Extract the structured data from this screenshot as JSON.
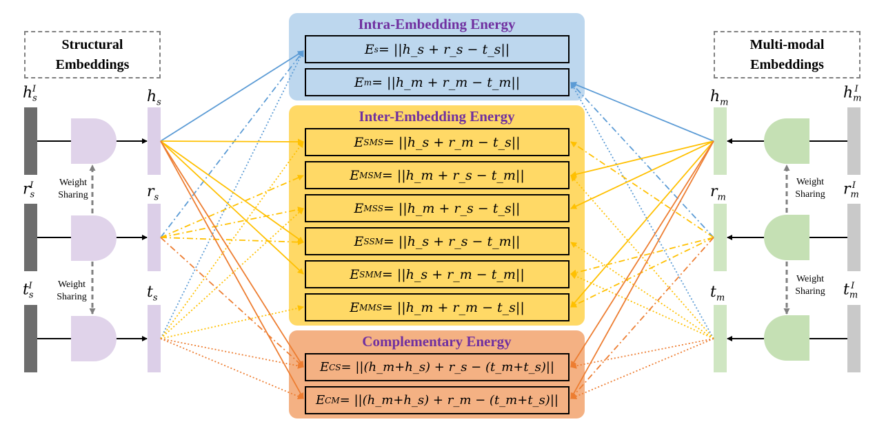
{
  "panels": {
    "intra": {
      "title": "Intra-Embedding Energy"
    },
    "inter": {
      "title": "Inter-Embedding Energy"
    },
    "complementary": {
      "title": "Complementary Energy"
    }
  },
  "equations": [
    {
      "lhs": "E",
      "sub": "s",
      "rhs": " = ||h_s + r_s − t_s||"
    },
    {
      "lhs": "E",
      "sub": "m",
      "rhs": " = ||h_m + r_m − t_m||"
    },
    {
      "lhs": "E",
      "sub": "SMS",
      "rhs": " = ||h_s + r_m − t_s||"
    },
    {
      "lhs": "E",
      "sub": "MSM",
      "rhs": " = ||h_m + r_s − t_m||"
    },
    {
      "lhs": "E",
      "sub": "MSS",
      "rhs": " = ||h_m + r_s − t_s||"
    },
    {
      "lhs": "E",
      "sub": "SSM",
      "rhs": " = ||h_s + r_s − t_m||"
    },
    {
      "lhs": "E",
      "sub": "SMM",
      "rhs": " = ||h_s + r_m − t_m||"
    },
    {
      "lhs": "E",
      "sub": "MMS",
      "rhs": " = ||h_m + r_m − t_s||"
    },
    {
      "lhs": "E",
      "sub": "CS",
      "rhs": " = ||(h_m+h_s) + r_s − (t_m+t_s)||"
    },
    {
      "lhs": "E",
      "sub": "CM",
      "rhs": " = ||(h_m+h_s) + r_m − (t_m+t_s)||"
    }
  ],
  "structural": {
    "title_line1": "Structural",
    "title_line2": "Embeddings",
    "inputs": [
      {
        "base": "h",
        "sub": "s",
        "sup": "I"
      },
      {
        "base": "r",
        "sub": "s",
        "sup": "I"
      },
      {
        "base": "t",
        "sub": "s",
        "sup": "I"
      }
    ],
    "outputs": [
      {
        "base": "h",
        "sub": "s"
      },
      {
        "base": "r",
        "sub": "s"
      },
      {
        "base": "t",
        "sub": "s"
      }
    ],
    "weight_sharing": [
      "Weight\nSharing",
      "Weight\nSharing"
    ]
  },
  "multimodal": {
    "title_line1": "Multi-modal",
    "title_line2": "Embeddings",
    "inputs": [
      {
        "base": "h",
        "sub": "m",
        "sup": "I"
      },
      {
        "base": "r",
        "sub": "m",
        "sup": "I"
      },
      {
        "base": "t",
        "sub": "m",
        "sup": "I"
      }
    ],
    "outputs": [
      {
        "base": "h",
        "sub": "m"
      },
      {
        "base": "r",
        "sub": "m"
      },
      {
        "base": "t",
        "sub": "m"
      }
    ],
    "weight_sharing": [
      "Weight\nSharing",
      "Weight\nSharing"
    ]
  },
  "colors": {
    "intra_panel": "#bdd7ee",
    "inter_panel": "#ffd966",
    "comp_panel": "#f4b183",
    "title_purple": "#7030a0",
    "struct_gate": "#e0d3ea",
    "struct_bar": "#dccfe8",
    "mm_gate": "#c5e0b4",
    "mm_bar": "#cfe6c2",
    "input_bar_dark": "#6d6d6d",
    "input_bar_light": "#c9c9c9",
    "arrow_blue": "#5b9bd5",
    "arrow_yellow": "#ffc000",
    "arrow_orange": "#ed7d31"
  }
}
